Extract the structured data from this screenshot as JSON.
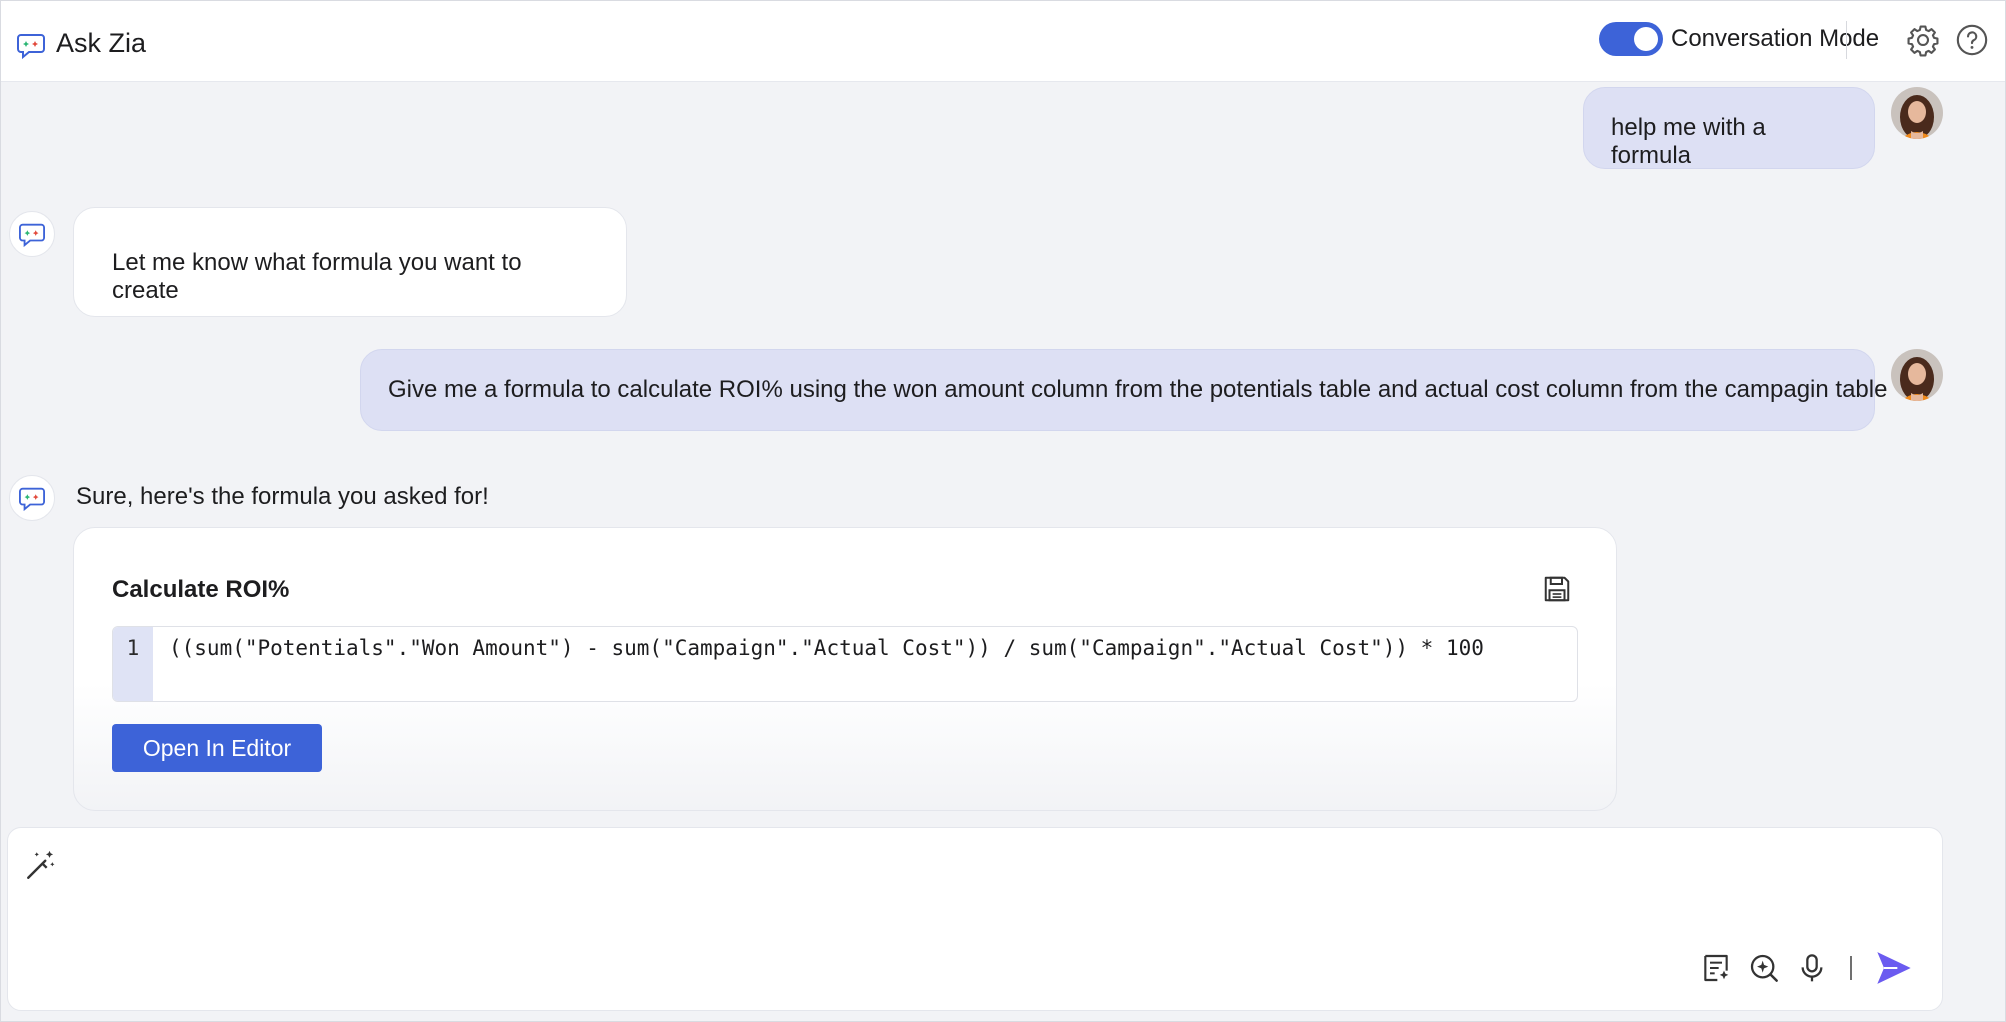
{
  "header": {
    "title": "Ask Zia",
    "conversation_mode_label": "Conversation Mode",
    "conversation_mode_on": true,
    "settings_icon": "gear-icon",
    "help_icon": "help-icon"
  },
  "messages": [
    {
      "role": "user",
      "text": "help me with a formula"
    },
    {
      "role": "bot",
      "text": "Let me know what formula you want to create"
    },
    {
      "role": "user",
      "text": "Give me a formula to calculate ROI% using the won amount column from the potentials table and actual cost column from the campagin table"
    },
    {
      "role": "bot",
      "text": "Sure, here's the formula you asked for!"
    }
  ],
  "formula_card": {
    "title": "Calculate ROI%",
    "line_number": "1",
    "code": "((sum(\"Potentials\".\"Won Amount\") - sum(\"Campaign\".\"Actual Cost\")) / sum(\"Campaign\".\"Actual Cost\")) * 100",
    "button_label": "Open In Editor"
  },
  "input": {
    "value": "",
    "placeholder": ""
  },
  "colors": {
    "accent": "#3d63d8",
    "user_bubble": "#dde0f4",
    "send": "#6b5bf0",
    "background": "#f2f3f6"
  }
}
